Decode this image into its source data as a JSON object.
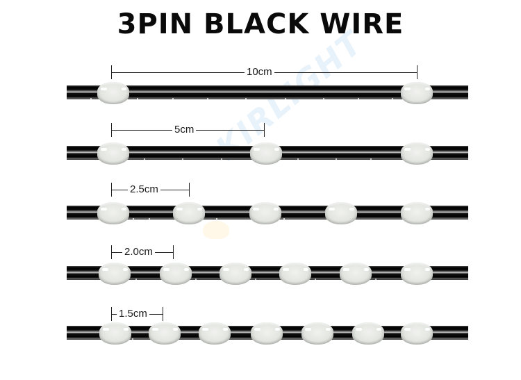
{
  "title": "3PIN BLACK WIRE",
  "watermark": "KIRLIGHT",
  "colors": {
    "wire": "#000000",
    "bead": "#e6e8e3",
    "text": "#0a0a0a"
  },
  "rows": [
    {
      "label": "10cm",
      "spacing_cm": 10,
      "bead_count": 2
    },
    {
      "label": "5cm",
      "spacing_cm": 5,
      "bead_count": 3
    },
    {
      "label": "2.5cm",
      "spacing_cm": 2.5,
      "bead_count": 5
    },
    {
      "label": "2.0cm",
      "spacing_cm": 2.0,
      "bead_count": 6
    },
    {
      "label": "1.5cm",
      "spacing_cm": 1.5,
      "bead_count": 7
    }
  ]
}
